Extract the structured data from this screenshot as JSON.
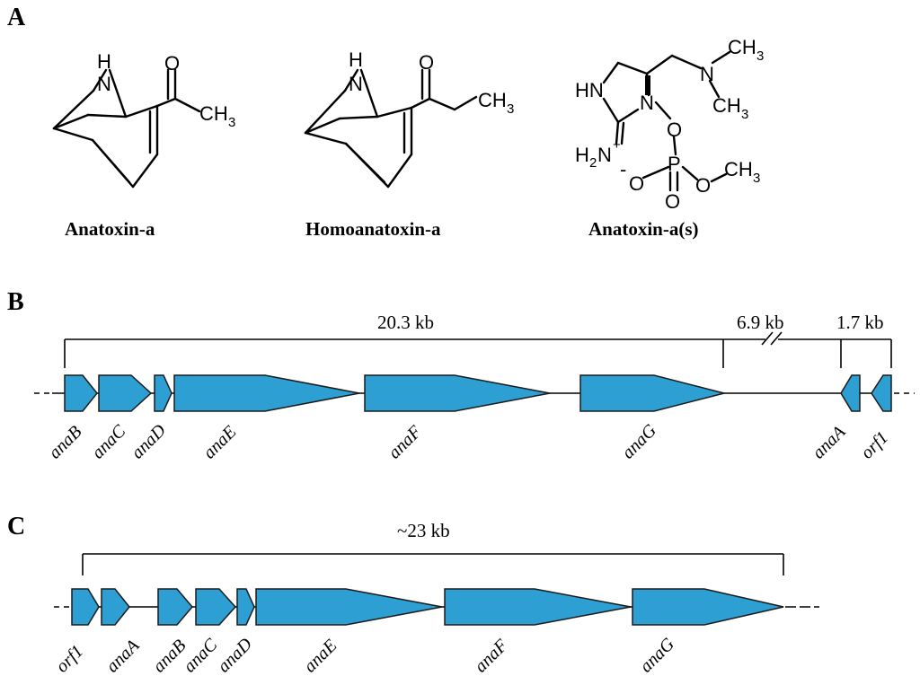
{
  "panels": {
    "a": "A",
    "b": "B",
    "c": "C"
  },
  "molecules": {
    "anatoxin_a": {
      "name": "Anatoxin-a",
      "amine_h": "H",
      "amine_n": "N",
      "carbonyl_o": "O",
      "methyl": "CH",
      "methyl_sub": "3"
    },
    "homoanatoxin_a": {
      "name": "Homoanatoxin-a",
      "amine_h": "H",
      "amine_n": "N",
      "carbonyl_o": "O",
      "methyl": "CH",
      "methyl_sub": "3"
    },
    "anatoxin_as": {
      "name": "Anatoxin-a(s)",
      "ring_hn": "HN",
      "ring_n": "N",
      "imine_h": "H",
      "imine_h_sub": "2",
      "imine_n": "N",
      "imine_charge": "+",
      "amine_n": "N",
      "methyl_1": "CH",
      "methyl_1_sub": "3",
      "methyl_2": "CH",
      "methyl_2_sub": "3",
      "ester_o": "O",
      "phosphorus": "P",
      "oxide_charge": "-",
      "oxide_o": "O",
      "double_o": "O",
      "methoxy_o": "O",
      "methoxy_ch": "CH",
      "methoxy_sub": "3"
    }
  },
  "cluster_b": {
    "span_labels": [
      "20.3 kb",
      "6.9 kb",
      "1.7 kb"
    ],
    "genes": [
      "anaB",
      "anaC",
      "anaD",
      "anaE",
      "anaF",
      "anaG",
      "anaA",
      "orf1"
    ]
  },
  "cluster_c": {
    "span_labels": [
      "~23 kb"
    ],
    "genes": [
      "orf1",
      "anaA",
      "anaB",
      "anaC",
      "anaD",
      "anaE",
      "anaF",
      "anaG"
    ]
  },
  "colors": {
    "gene_fill": "#2e9fd3",
    "gene_stroke": "#1a1a1a",
    "line": "#000000"
  }
}
